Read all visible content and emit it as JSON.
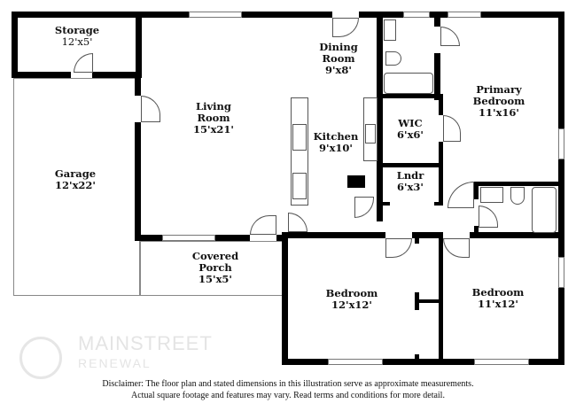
{
  "rooms": {
    "storage": {
      "name": "Storage",
      "dims": "12'x5'"
    },
    "garage": {
      "name": "Garage",
      "dims": "12'x22'"
    },
    "living": {
      "name": "Living Room",
      "name_l1": "Living",
      "name_l2": "Room",
      "dims": "15'x21'"
    },
    "dining": {
      "name_l1": "Dining",
      "name_l2": "Room",
      "dims": "9'x8'"
    },
    "kitchen": {
      "name": "Kitchen",
      "dims": "9'x10'"
    },
    "wic": {
      "name": "WIC",
      "dims": "6'x6'"
    },
    "laundry": {
      "name": "Lndr",
      "dims": "6'x3'"
    },
    "primary": {
      "name_l1": "Primary",
      "name_l2": "Bedroom",
      "dims": "11'x16'"
    },
    "porch": {
      "name_l1": "Covered",
      "name_l2": "Porch",
      "dims": "15'x5'"
    },
    "bedroom1": {
      "name": "Bedroom",
      "dims": "12'x12'"
    },
    "bedroom2": {
      "name": "Bedroom",
      "dims": "11'x12'"
    }
  },
  "watermark": {
    "line1": "MAINSTREET",
    "line2": "RENEWAL"
  },
  "disclaimer": {
    "line1": "Disclaimer: The floor plan and stated dimensions in this illustration serve as approximate measurements.",
    "line2": "Actual square footage and features may vary. Read terms and conditions for more detail."
  }
}
